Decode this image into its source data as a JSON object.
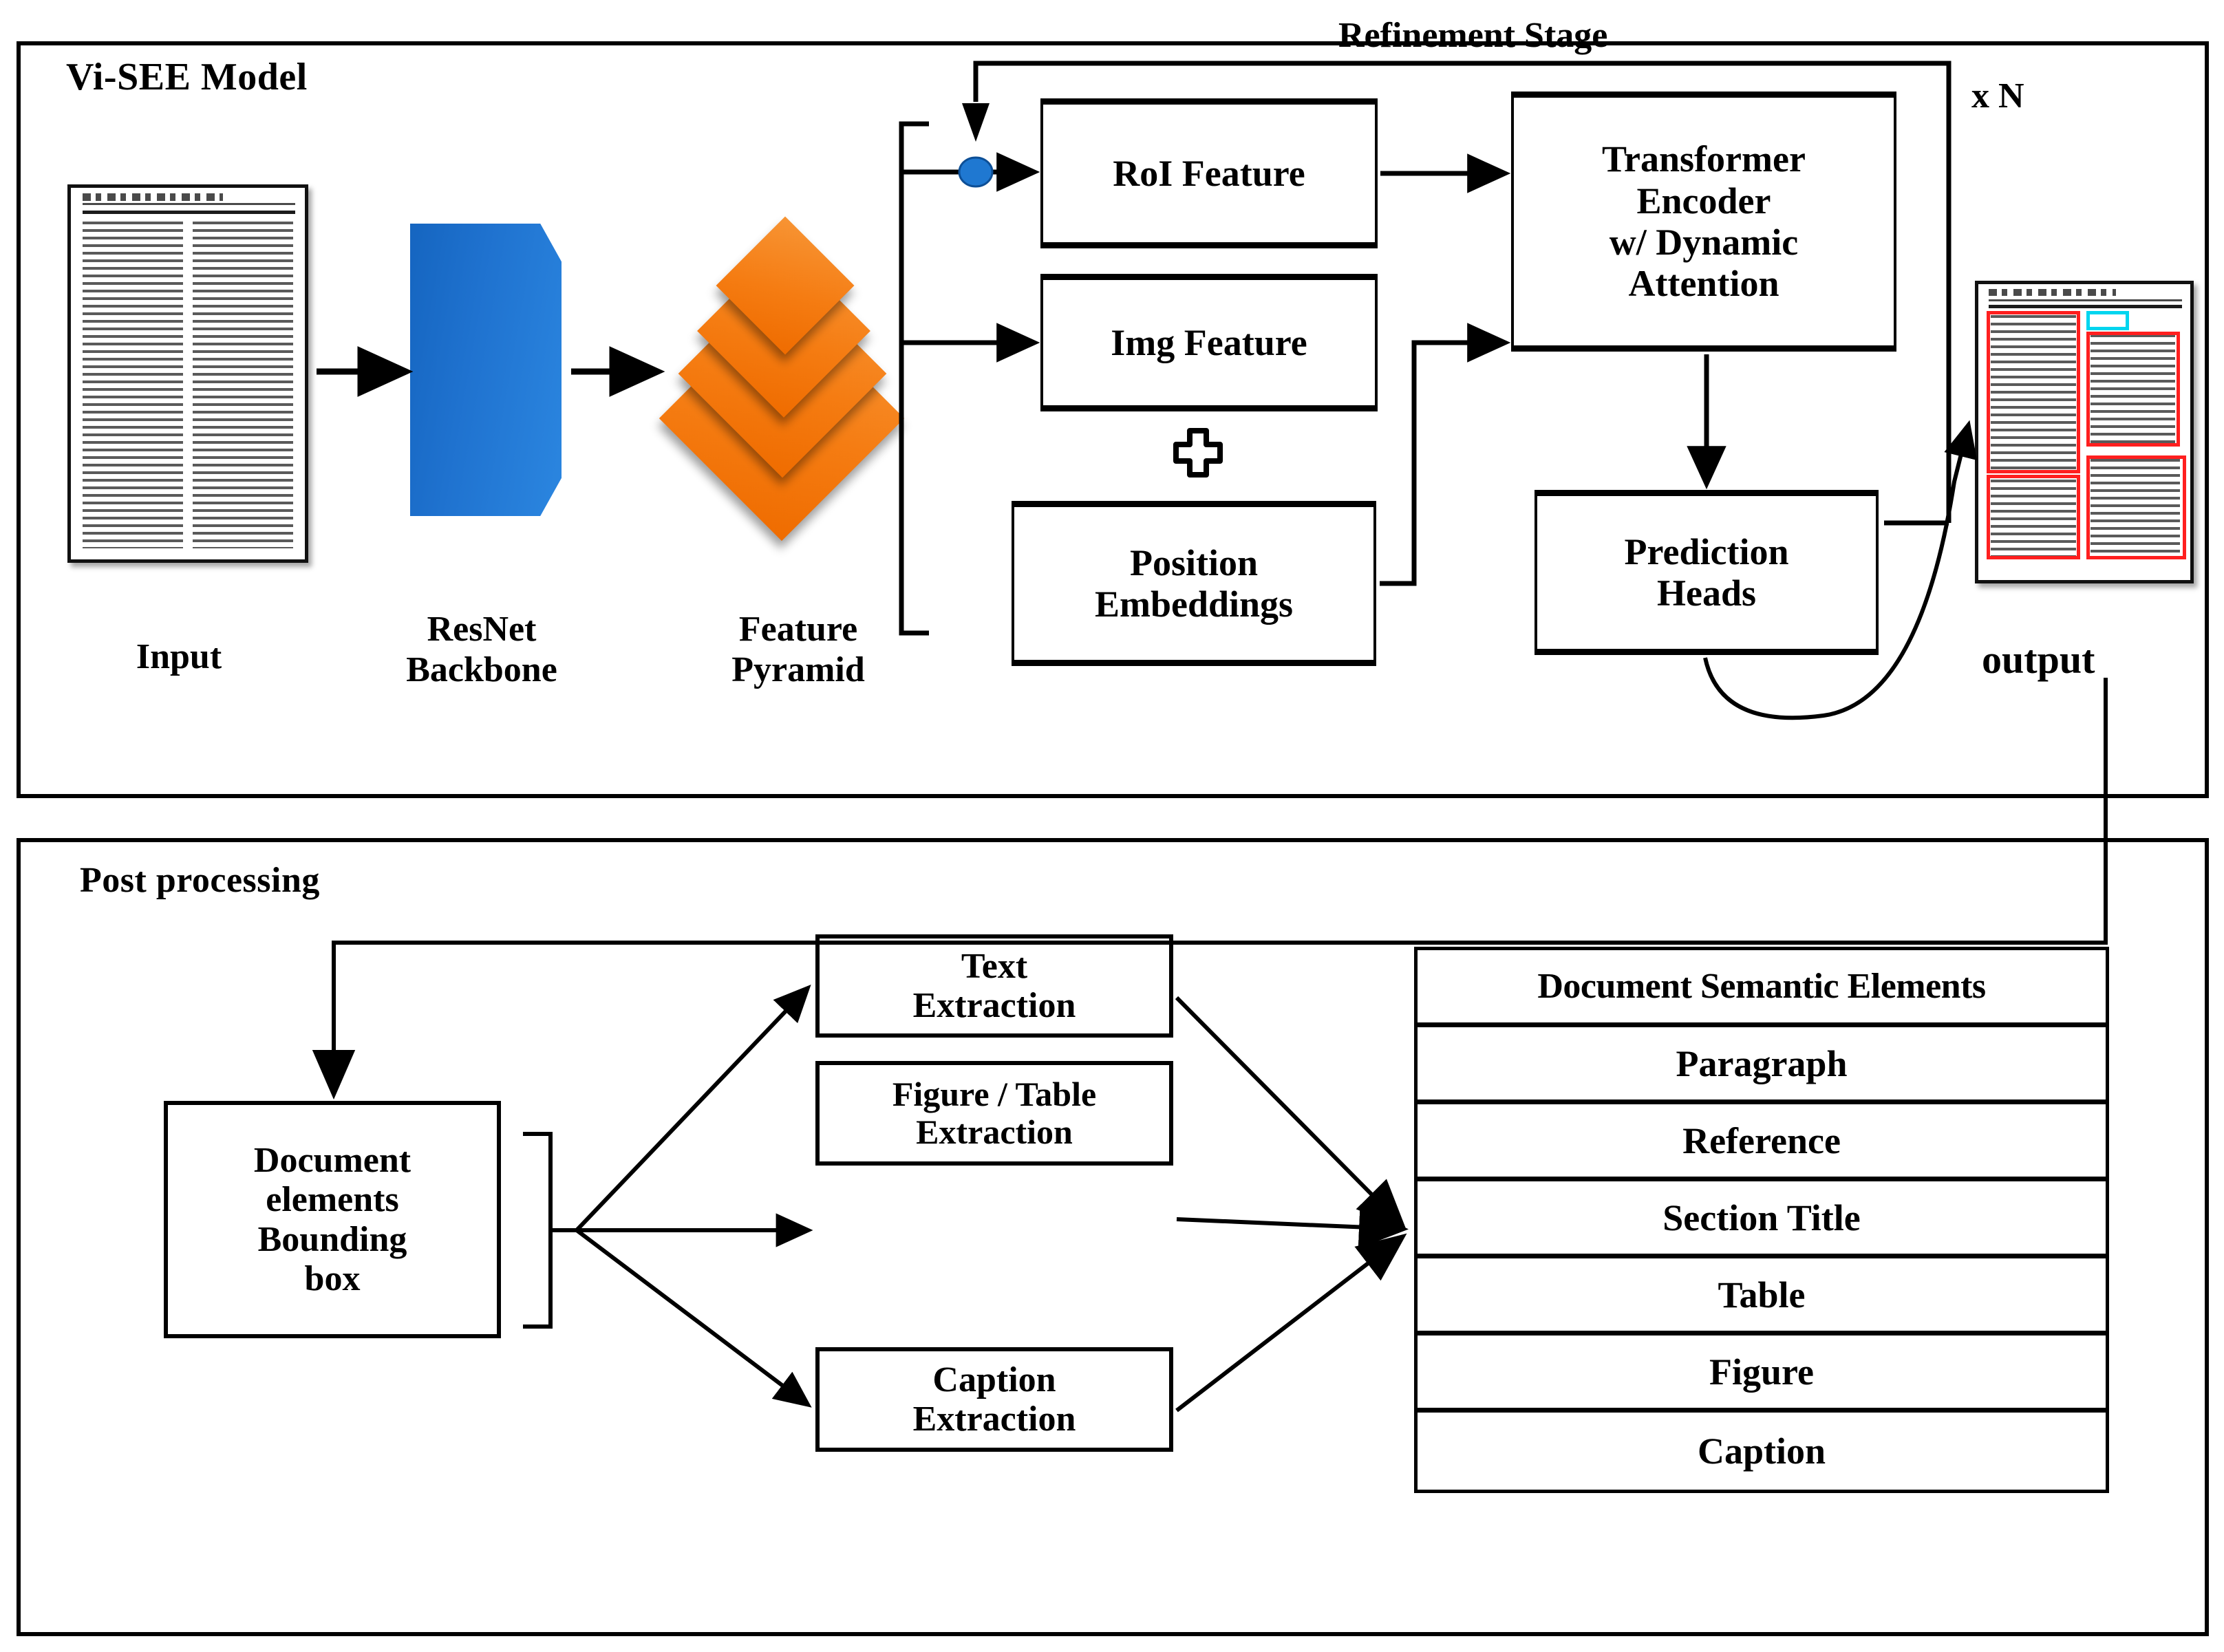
{
  "figure": {
    "model_panel_title": "Vi-SEE Model",
    "post_panel_title": "Post processing",
    "refinement_stage_label": "Refinement Stage",
    "repeat_label": "x N",
    "output_label": "output"
  },
  "pipeline": {
    "stage_labels": [
      {
        "id": "input",
        "text": "Input"
      },
      {
        "id": "resnet",
        "text": "ResNet\nBackbone"
      },
      {
        "id": "pyramid",
        "text": "Feature\nPyramid"
      }
    ],
    "boxes": [
      {
        "id": "roi-feature",
        "text": "RoI Feature"
      },
      {
        "id": "img-feature",
        "text": "Img Feature"
      },
      {
        "id": "position-embeddings",
        "text": "Position\nEmbeddings"
      },
      {
        "id": "transformer-encoder",
        "text": "Transformer\nEncoder\nw/ Dynamic\nAttention"
      },
      {
        "id": "prediction-heads",
        "text": "Prediction\nHeads"
      }
    ],
    "operator_icon": "plus-icon"
  },
  "post_processing": {
    "boxes": [
      {
        "id": "document-elements-bounding-box",
        "text": "Document\nelements\nBounding\nbox"
      },
      {
        "id": "text-extraction",
        "text": "Text\nExtraction"
      },
      {
        "id": "figure-table-extraction",
        "text": "Figure / Table\nExtraction"
      },
      {
        "id": "caption-extraction",
        "text": "Caption\nExtraction"
      }
    ],
    "semantic_elements_table": {
      "header": "Document Semantic Elements",
      "rows": [
        "Paragraph",
        "Reference",
        "Section Title",
        "Table",
        "Figure",
        "Caption"
      ]
    }
  },
  "colors": {
    "backbone_blue": "#1f72cf",
    "pyramid_orange": "#f57c12",
    "node_blue": "#1f78d1",
    "overlay_red": "#ff1f1f",
    "overlay_cyan": "#00d5ef",
    "outline_black": "#000000",
    "page_background": "#ffffff"
  }
}
